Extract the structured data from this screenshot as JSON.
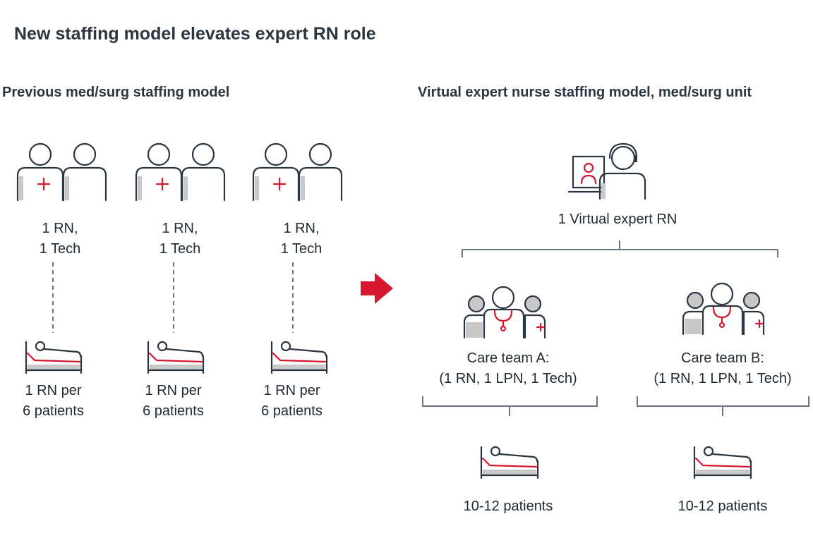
{
  "title": "New staffing model elevates expert RN role",
  "left": {
    "heading": "Previous med/surg staffing model",
    "units": [
      {
        "staff_line1": "1 RN,",
        "staff_line2": "1 Tech",
        "ratio_line1": "1 RN per",
        "ratio_line2": "6 patients"
      },
      {
        "staff_line1": "1 RN,",
        "staff_line2": "1 Tech",
        "ratio_line1": "1 RN per",
        "ratio_line2": "6 patients"
      },
      {
        "staff_line1": "1 RN,",
        "staff_line2": "1 Tech",
        "ratio_line1": "1 RN per",
        "ratio_line2": "6 patients"
      }
    ]
  },
  "right": {
    "heading": "Virtual expert nurse staffing model, med/surg unit",
    "virtual_label": "1 Virtual expert RN",
    "teams": [
      {
        "name": "Care team A:",
        "composition": "(1 RN, 1 LPN, 1 Tech)",
        "patients": "10-12 patients"
      },
      {
        "name": "Care team B:",
        "composition": "(1 RN, 1 LPN, 1 Tech)",
        "patients": "10-12 patients"
      }
    ]
  },
  "colors": {
    "accent": "#d5182f",
    "ink": "#2b3640",
    "shade": "#c8c8c8",
    "connector": "#6b7480"
  },
  "icons": [
    "nurse-icon",
    "tech-icon",
    "patient-bed-icon",
    "virtual-nurse-icon",
    "care-team-icon",
    "arrow-right-icon"
  ]
}
